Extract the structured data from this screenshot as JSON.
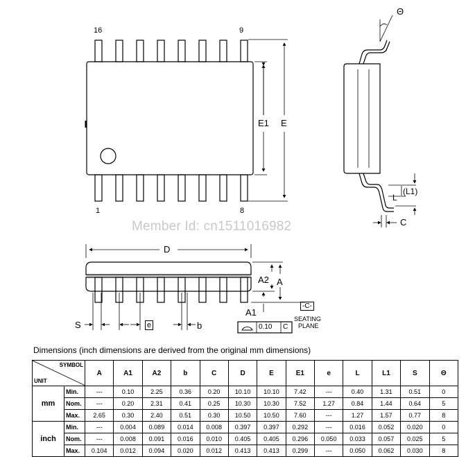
{
  "drawing": {
    "top_view": {
      "pin_first_top": "16",
      "pin_last_top": "9",
      "pin_first_bottom": "1",
      "pin_last_bottom": "8"
    },
    "dims": {
      "E1": "E1",
      "E": "E",
      "D": "D",
      "A2": "A2",
      "A": "A",
      "A1": "A1",
      "S": "S",
      "e": "e",
      "b": "b",
      "L": "L",
      "L1": "(L1)",
      "C": "C",
      "theta": "Θ"
    },
    "seating_plane": {
      "datum": "-C-",
      "line1": "SEATING",
      "line2": "PLANE",
      "tolerance": "0.10",
      "datum_ref": "C"
    },
    "watermark": "Member Id: cn1511016982"
  },
  "table": {
    "title": "Dimensions (inch dimensions are derived from the original mm dimensions)",
    "symbol_label": "SYMBOL",
    "unit_label": "UNIT",
    "columns": [
      "A",
      "A1",
      "A2",
      "b",
      "C",
      "D",
      "E",
      "E1",
      "e",
      "L",
      "L1",
      "S",
      "Θ"
    ],
    "groups": [
      {
        "unit": "mm",
        "rows": [
          {
            "label": "Min.",
            "values": [
              "---",
              "0.10",
              "2.25",
              "0.36",
              "0.20",
              "10.10",
              "10.10",
              "7.42",
              "---",
              "0.40",
              "1.31",
              "0.51",
              "0"
            ]
          },
          {
            "label": "Nom.",
            "values": [
              "---",
              "0.20",
              "2.31",
              "0.41",
              "0.25",
              "10.30",
              "10.30",
              "7.52",
              "1.27",
              "0.84",
              "1.44",
              "0.64",
              "5"
            ]
          },
          {
            "label": "Max.",
            "values": [
              "2.65",
              "0.30",
              "2.40",
              "0.51",
              "0.30",
              "10.50",
              "10.50",
              "7.60",
              "---",
              "1.27",
              "1.57",
              "0.77",
              "8"
            ]
          }
        ]
      },
      {
        "unit": "inch",
        "rows": [
          {
            "label": "Min.",
            "values": [
              "---",
              "0.004",
              "0.089",
              "0.014",
              "0.008",
              "0.397",
              "0.397",
              "0.292",
              "---",
              "0.016",
              "0.052",
              "0.020",
              "0"
            ]
          },
          {
            "label": "Nom.",
            "values": [
              "---",
              "0.008",
              "0.091",
              "0.016",
              "0.010",
              "0.405",
              "0.405",
              "0.296",
              "0.050",
              "0.033",
              "0.057",
              "0.025",
              "5"
            ]
          },
          {
            "label": "Max.",
            "values": [
              "0.104",
              "0.012",
              "0.094",
              "0.020",
              "0.012",
              "0.413",
              "0.413",
              "0.299",
              "---",
              "0.050",
              "0.062",
              "0.030",
              "8"
            ]
          }
        ]
      }
    ]
  }
}
